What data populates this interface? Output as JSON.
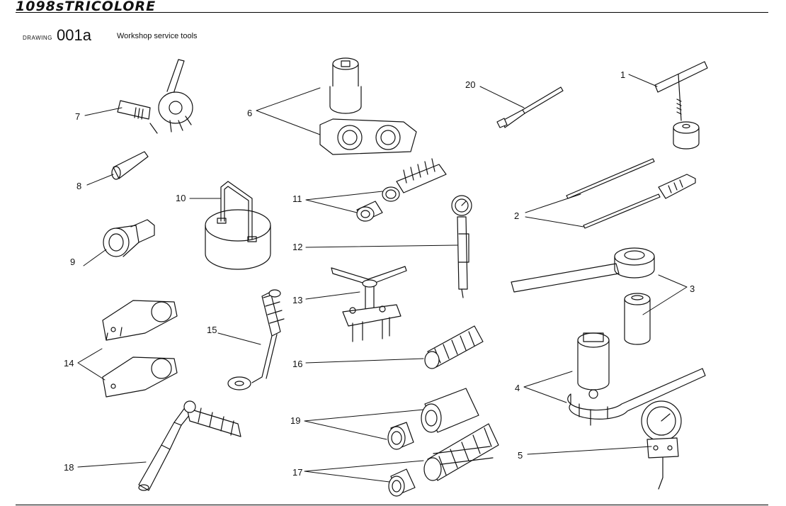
{
  "header": {
    "model_title": "1098sTRICOLORE",
    "drawing_label": "DRAWING",
    "drawing_number": "001a",
    "drawing_title": "Workshop service tools"
  },
  "callouts": [
    "1",
    "2",
    "3",
    "4",
    "5",
    "6",
    "7",
    "8",
    "9",
    "10",
    "11",
    "12",
    "13",
    "14",
    "15",
    "16",
    "17",
    "18",
    "19",
    "20"
  ]
}
